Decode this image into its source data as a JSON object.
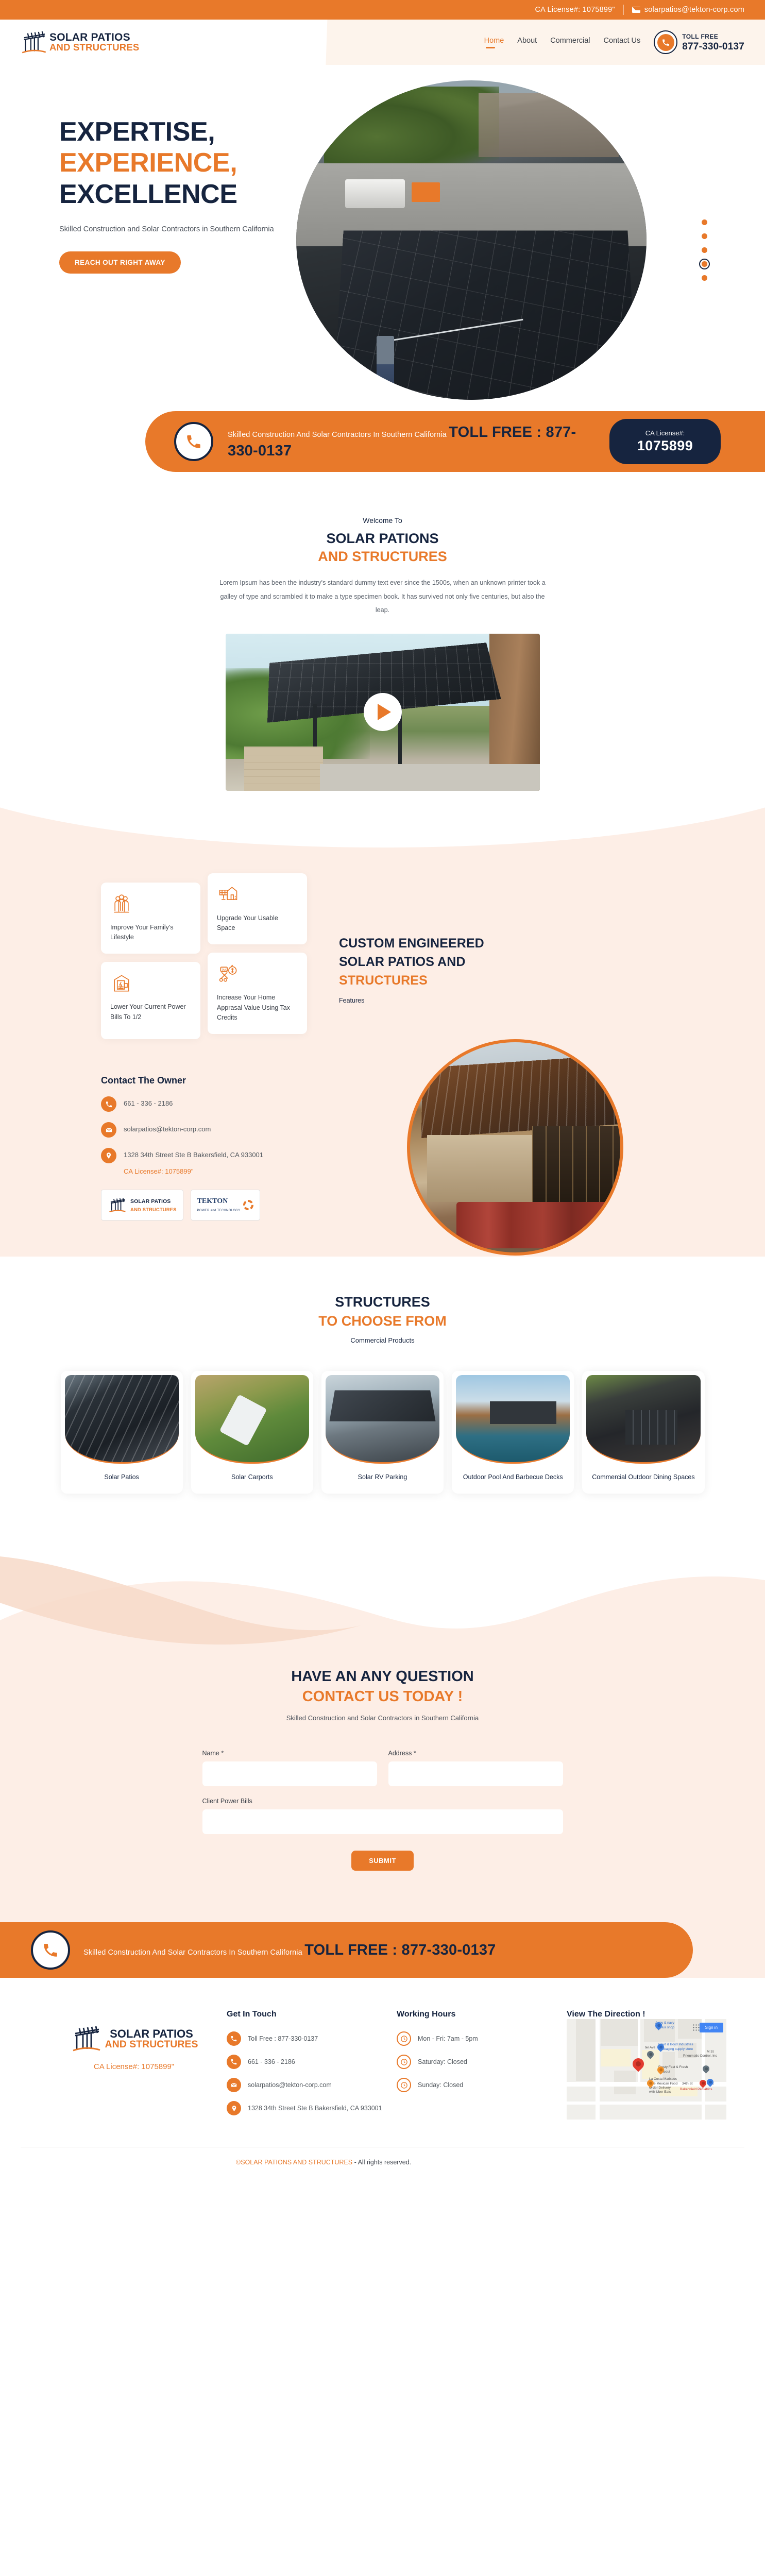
{
  "topbar": {
    "license": "CA License#: 1075899\"",
    "email": "solarpatios@tekton-corp.com",
    "mail_icon": "mail-icon"
  },
  "header": {
    "logo_line1": "SOLAR PATIOS",
    "logo_line2": "AND STRUCTURES",
    "nav": [
      {
        "label": "Home",
        "active": true
      },
      {
        "label": "About",
        "active": false
      },
      {
        "label": "Commercial",
        "active": false
      },
      {
        "label": "Contact Us",
        "active": false
      }
    ],
    "toll_label": "TOLL FREE",
    "toll_number": "877-330-0137",
    "phone_icon": "phone-icon"
  },
  "hero": {
    "line1": "EXPERTISE,",
    "line2": "EXPERIENCE,",
    "line3": "EXCELLENCE",
    "subtitle": "Skilled Construction and Solar Contractors in Southern California",
    "button": "REACH OUT RIGHT AWAY",
    "dots_count": 5,
    "active_dot": 4
  },
  "cta_strip": {
    "small": "Skilled Construction And Solar Contractors In Southern California",
    "big": "TOLL FREE : 877-330-0137",
    "license_label": "CA License#:",
    "license_number": "1075899",
    "phone_icon": "phone-icon"
  },
  "welcome": {
    "eyebrow": "Welcome To",
    "title_a": "SOLAR PATIONS",
    "title_b": "AND STRUCTURES",
    "body": "Lorem Ipsum has been the industry's standard dummy text ever since the 1500s, when an unknown printer took a galley of type and scrambled it to make a type specimen book. It has survived not only five centuries, but also the leap.",
    "play_icon": "play-icon"
  },
  "features": {
    "cards": [
      {
        "label": "Improve Your Family's Lifestyle",
        "icon": "family-icon"
      },
      {
        "label": "Upgrade Your Usable Space",
        "icon": "solar-house-icon"
      },
      {
        "label": "Lower Your Current Power Bills To 1/2",
        "icon": "power-bill-icon"
      },
      {
        "label": "Increase Your Home Apprasal Value Using Tax Credits",
        "icon": "tax-savings-icon"
      }
    ],
    "heading_line1": "CUSTOM ENGINEERED",
    "heading_line2": "SOLAR PATIOS AND",
    "heading_line3": "STRUCTURES",
    "features_label": "Features"
  },
  "owner": {
    "title": "Contact The Owner",
    "phone": "661 - 336 - 2186",
    "email": "solarpatios@tekton-corp.com",
    "address": "1328 34th Street Ste B Bakersfield, CA 933001",
    "license": "CA License#: 1075899\"",
    "phone_icon": "phone-icon",
    "mail_icon": "mail-icon",
    "pin_icon": "location-pin-icon",
    "badge1_line1": "SOLAR PATIOS",
    "badge1_line2": "AND STRUCTURES",
    "badge2_line1": "TEKTON",
    "badge2_line2": "POWER and TECHNOLOGY"
  },
  "structures": {
    "title_a": "STRUCTURES",
    "title_b": "TO CHOOSE FROM",
    "subtitle": "Commercial Products",
    "items": [
      {
        "caption": "Solar Patios"
      },
      {
        "caption": "Solar Carports"
      },
      {
        "caption": "Solar RV Parking"
      },
      {
        "caption": "Outdoor Pool And Barbecue Decks"
      },
      {
        "caption": "Commercial Outdoor Dining Spaces"
      }
    ]
  },
  "question": {
    "title_a": "HAVE AN ANY QUESTION",
    "title_b": "CONTACT US TODAY !",
    "subtitle": "Skilled Construction and Solar Contractors in Southern California",
    "fields": [
      {
        "label": "Name *",
        "value": "",
        "placeholder": ""
      },
      {
        "label": "Address *",
        "value": "",
        "placeholder": ""
      },
      {
        "label": "Client Power Bills",
        "value": "",
        "placeholder": ""
      }
    ],
    "submit": "SUBMIT"
  },
  "bottom_cta": {
    "small": "Skilled Construction And Solar Contractors In Southern California",
    "big": "TOLL FREE : 877-330-0137",
    "phone_icon": "phone-icon"
  },
  "footer": {
    "logo_line1": "SOLAR PATIOS",
    "logo_line2": "AND STRUCTURES",
    "license": "CA License#: 1075899\"",
    "touch_title": "Get In Touch",
    "touch_items": [
      {
        "text": "Toll Free : 877-330-0137",
        "icon": "phone-icon"
      },
      {
        "text": "661 - 336 - 2186",
        "icon": "phone-icon"
      },
      {
        "text": "solarpatios@tekton-corp.com",
        "icon": "mail-icon"
      },
      {
        "text": "1328 34th Street Ste B Bakersfield, CA 933001",
        "icon": "location-pin-icon"
      }
    ],
    "hours_title": "Working Hours",
    "hours_items": [
      {
        "text": "Mon - Fri: 7am - 5pm",
        "icon": "clock-icon"
      },
      {
        "text": "Saturday: Closed",
        "icon": "clock-icon"
      },
      {
        "text": "Sunday: Closed",
        "icon": "clock-icon"
      }
    ],
    "map_title": "View The Direction !",
    "map": {
      "signin": "Sign in",
      "labels": [
        "Army & navy surplus shop",
        "Boyd & Boyd Industries",
        "Packaging supply store",
        "Pneumatic Control, Inc",
        "Frosty Fast & Fresh",
        "Takeout",
        "La Costa Mariscos",
        "Fine Mexican Food",
        "Order Delivery with Uber Eats",
        "34th St",
        "Bakersfield Pediatrics",
        "M St",
        "ter Ave"
      ]
    },
    "copyright_brand": "©SOLAR PATIONS AND STRUCTURES",
    "copyright_rest": " - All rights reserved."
  },
  "colors": {
    "orange": "#e8792a",
    "navy": "#16243f",
    "cream": "#fdeee6",
    "cream_light": "#fdf4ec"
  }
}
